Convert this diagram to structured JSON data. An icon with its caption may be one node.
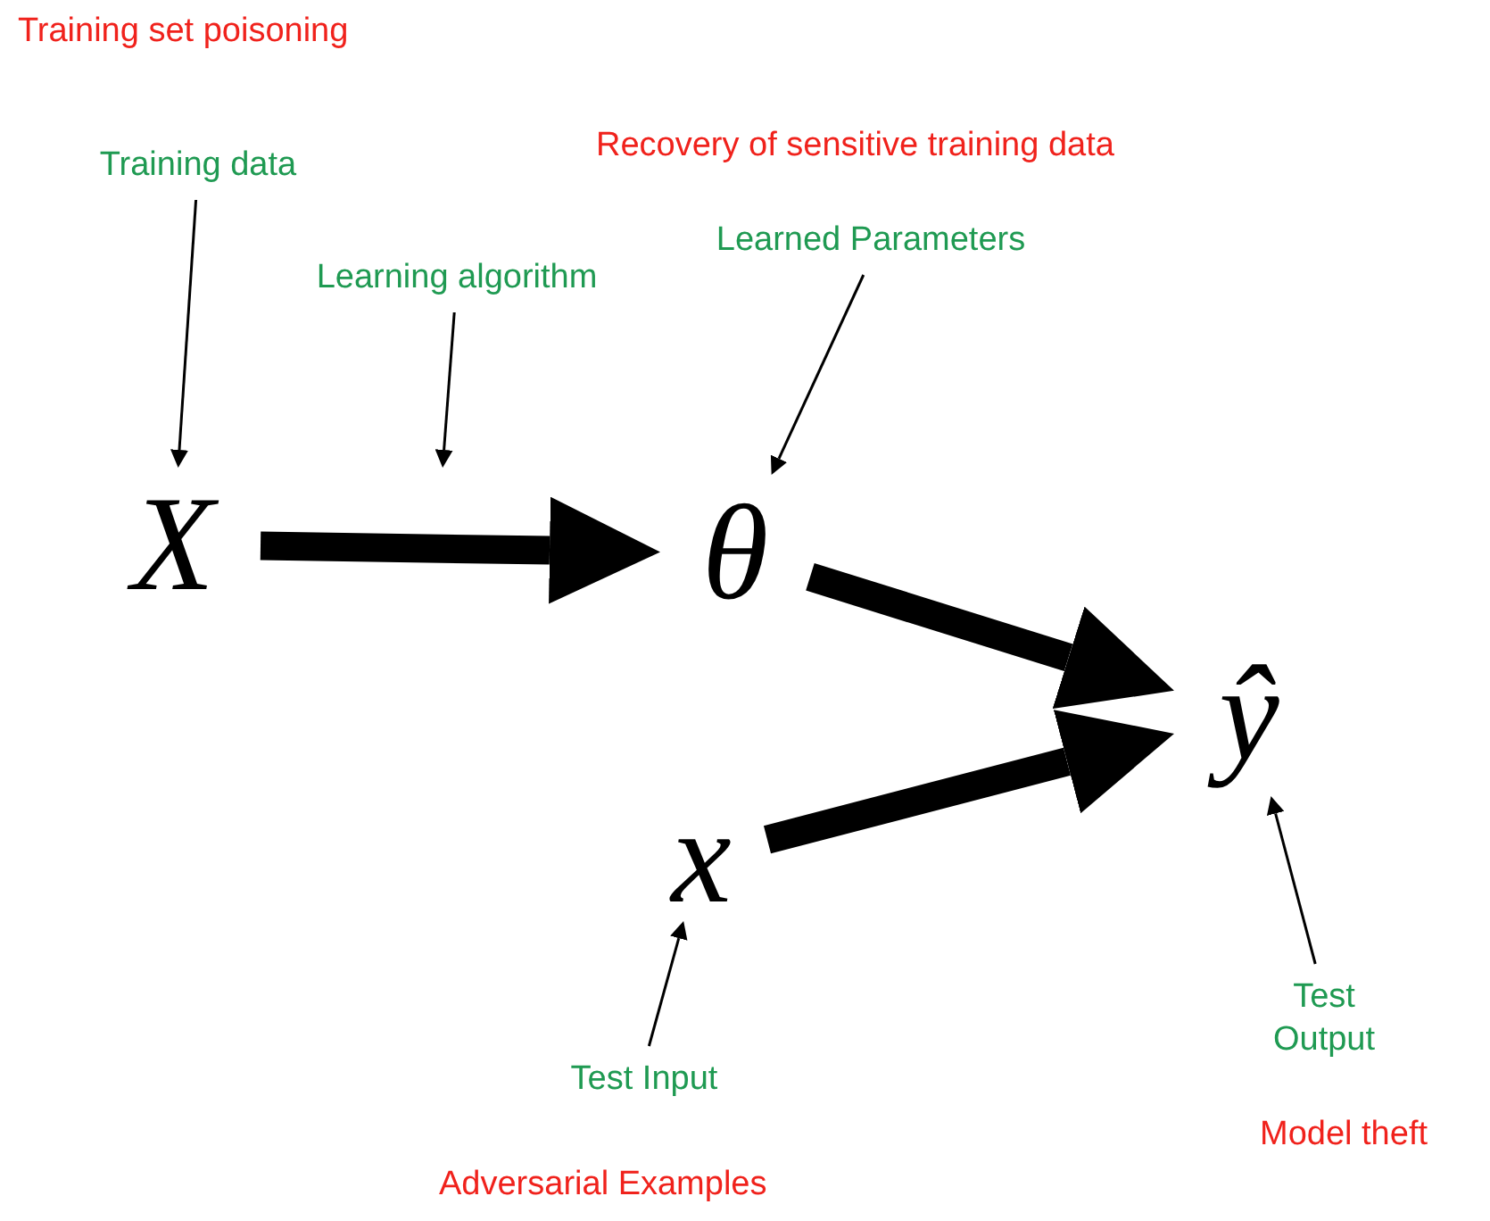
{
  "diagram": {
    "nodes": [
      {
        "text": [
          "Training data"
        ]
      },
      {
        "text": [
          "Learning algorithm"
        ]
      },
      {
        "text": [
          "Learned Parameters"
        ]
      },
      {
        "text": [
          "X"
        ]
      },
      {
        "text": [
          "θ"
        ]
      },
      {
        "text": [
          "x"
        ]
      },
      {
        "text": [
          "ŷ"
        ]
      },
      {
        "text": [
          "Test Input"
        ]
      },
      {
        "text": [
          "Test Output"
        ]
      }
    ],
    "edges": [
      {
        "from": 0,
        "to": 3,
        "arrow": "to"
      },
      {
        "from": 1,
        "to": null,
        "arrow": "to"
      },
      {
        "from": 2,
        "to": 4,
        "arrow": "to"
      },
      {
        "from": 3,
        "to": 4,
        "arrow": "to",
        "style": "thick"
      },
      {
        "from": 4,
        "to": 6,
        "arrow": "to",
        "style": "thick"
      },
      {
        "from": 5,
        "to": 6,
        "arrow": "to",
        "style": "thick"
      },
      {
        "from": 7,
        "to": 5,
        "arrow": "to"
      },
      {
        "from": 8,
        "to": 6,
        "arrow": "to"
      }
    ],
    "labels": [
      "Training set poisoning",
      "Recovery of sensitive training data",
      "Adversarial Examples",
      "Model theft"
    ]
  }
}
